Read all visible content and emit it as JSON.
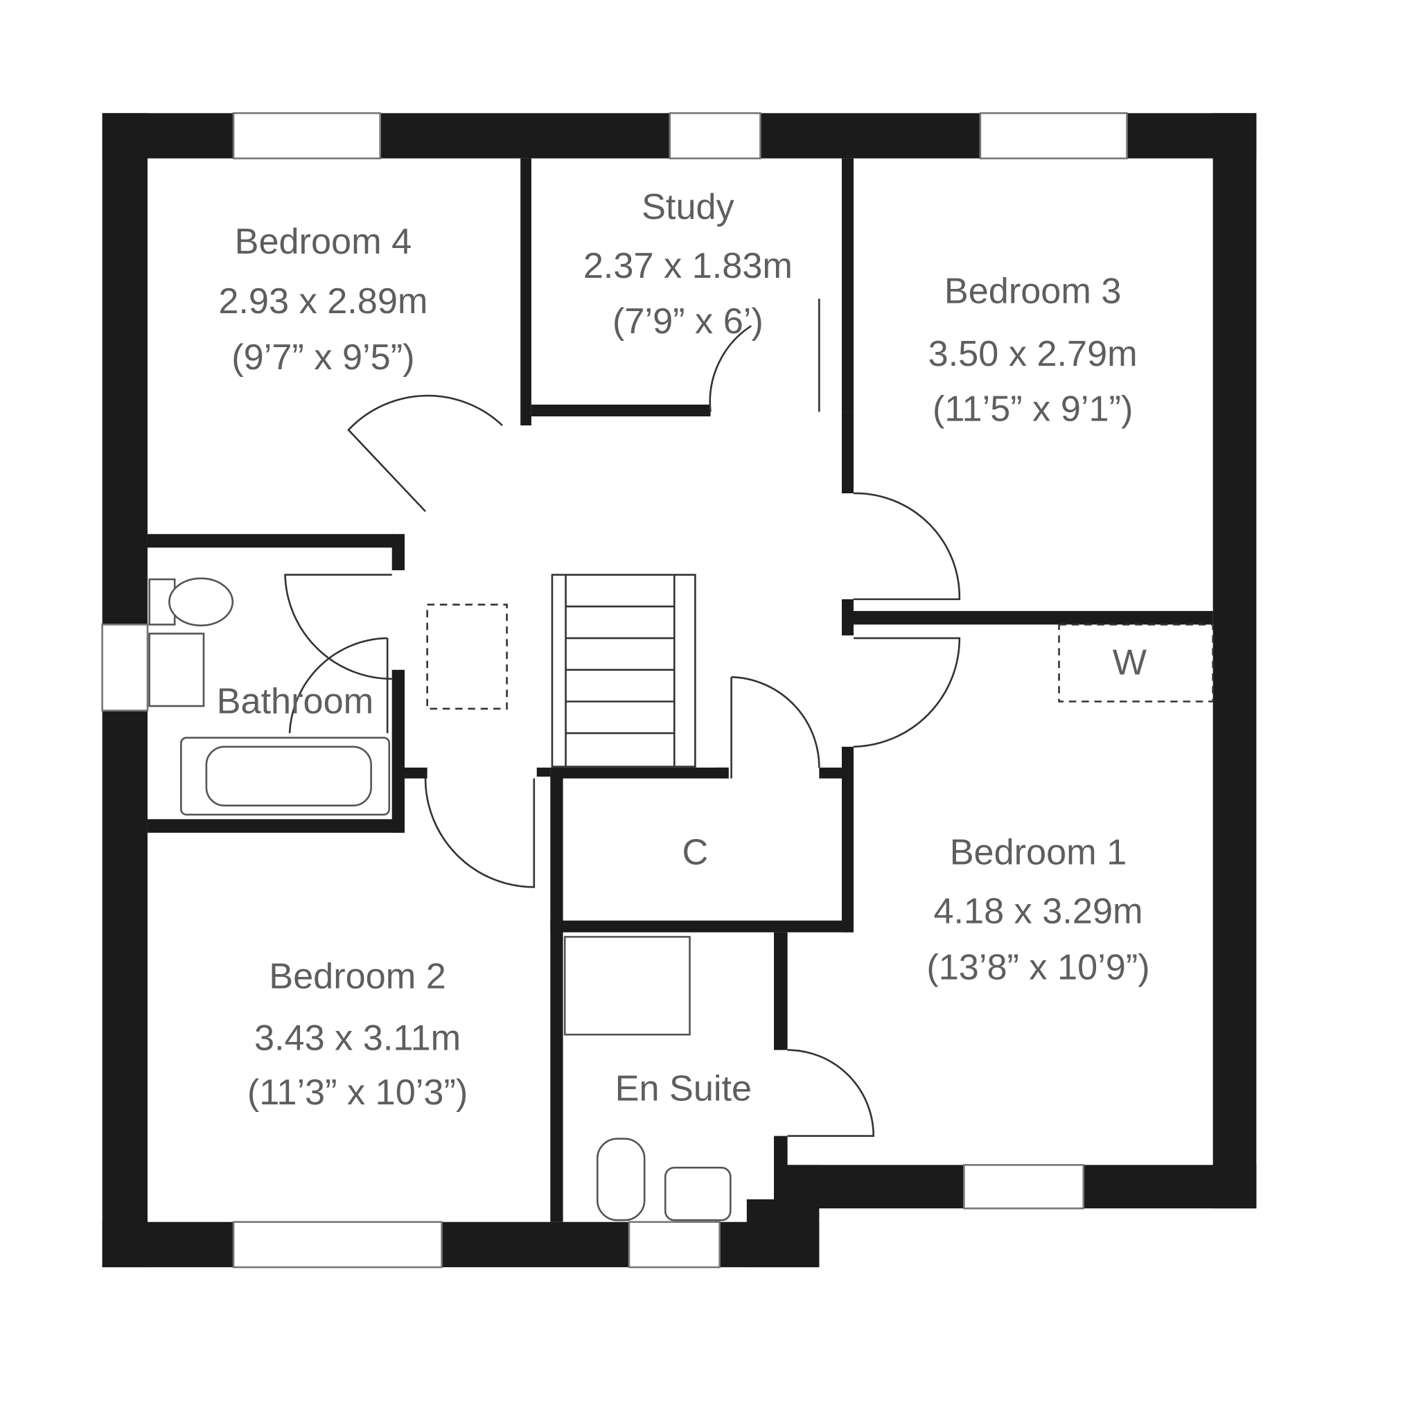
{
  "rooms": {
    "bedroom4": {
      "name": "Bedroom 4",
      "metric": "2.93 x 2.89m",
      "imperial": "(9’7” x 9’5”)"
    },
    "study": {
      "name": "Study",
      "metric": "2.37 x 1.83m",
      "imperial": "(7’9” x 6’)"
    },
    "bedroom3": {
      "name": "Bedroom 3",
      "metric": "3.50 x 2.79m",
      "imperial": "(11’5” x 9’1”)"
    },
    "bathroom": {
      "name": "Bathroom"
    },
    "wardrobe": {
      "name": "W"
    },
    "cupboard": {
      "name": "C"
    },
    "bedroom1": {
      "name": "Bedroom 1",
      "metric": "4.18 x 3.29m",
      "imperial": "(13’8” x 10’9”)"
    },
    "bedroom2": {
      "name": "Bedroom 2",
      "metric": "3.43 x 3.11m",
      "imperial": "(11’3” x 10’3”)"
    },
    "ensuite": {
      "name": "En Suite"
    }
  }
}
